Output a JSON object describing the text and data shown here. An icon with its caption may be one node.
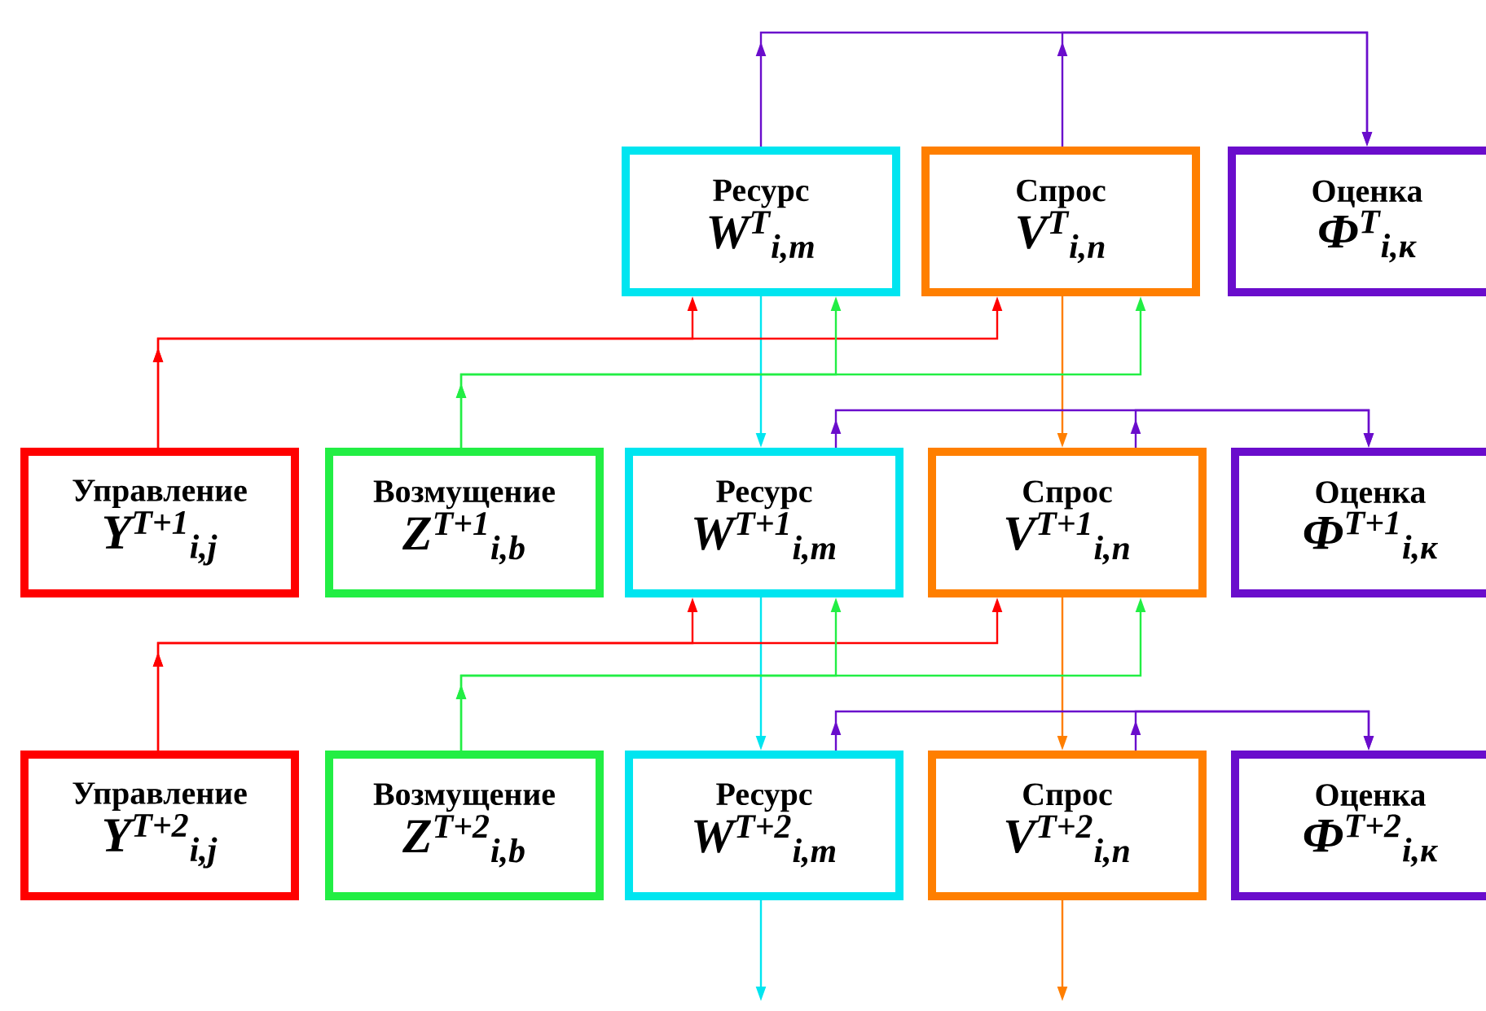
{
  "diagram": {
    "nodes": [
      {
        "text": [
          "Ресурс",
          "W$^{T}$$_{i,m}$"
        ]
      },
      {
        "text": [
          "Спрос",
          "V$^{T}$$_{i,n}$"
        ]
      },
      {
        "text": [
          "Оценка",
          "Ф$^{T}$$_{i,к}$"
        ]
      },
      {
        "text": [
          "Управление",
          "Y$^{T+1}$$_{i,j}$"
        ]
      },
      {
        "text": [
          "Возмущение",
          "Z$^{T+1}$$_{i,b}$"
        ]
      },
      {
        "text": [
          "Ресурс",
          "W$^{T+1}$$_{i,m}$"
        ]
      },
      {
        "text": [
          "Спрос",
          "V$^{T+1}$$_{i,n}$"
        ]
      },
      {
        "text": [
          "Оценка",
          "Ф$^{T+1}$$_{i,к}$"
        ]
      },
      {
        "text": [
          "Управление",
          "Y$^{T+2}$$_{i,j}$"
        ]
      },
      {
        "text": [
          "Возмущение",
          "Z$^{T+2}$$_{i,b}$"
        ]
      },
      {
        "text": [
          "Ресурс",
          "W$^{T+2}$$_{i,m}$"
        ]
      },
      {
        "text": [
          "Спрос",
          "V$^{T+2}$$_{i,n}$"
        ]
      },
      {
        "text": [
          "Оценка",
          "Ф$^{T+2}$$_{i,к}$"
        ]
      }
    ],
    "edges": [
      {
        "from": 0,
        "to": 2,
        "arrow": "to",
        "color": "#6a0dcc"
      },
      {
        "from": 1,
        "to": 2,
        "arrow": "to",
        "color": "#6a0dcc"
      },
      {
        "from": 0,
        "to": 5,
        "arrow": "to",
        "color": "#00e5f0"
      },
      {
        "from": 1,
        "to": 6,
        "arrow": "to",
        "color": "#ff7f00"
      },
      {
        "from": 3,
        "to": 0,
        "arrow": "to",
        "color": "#ff0000"
      },
      {
        "from": 3,
        "to": 1,
        "arrow": "to",
        "color": "#ff0000"
      },
      {
        "from": 4,
        "to": 0,
        "arrow": "to",
        "color": "#22ee44"
      },
      {
        "from": 4,
        "to": 1,
        "arrow": "to",
        "color": "#22ee44"
      },
      {
        "from": 5,
        "to": 7,
        "arrow": "to",
        "color": "#6a0dcc"
      },
      {
        "from": 6,
        "to": 7,
        "arrow": "to",
        "color": "#6a0dcc"
      },
      {
        "from": 5,
        "to": 10,
        "arrow": "to",
        "color": "#00e5f0"
      },
      {
        "from": 6,
        "to": 11,
        "arrow": "to",
        "color": "#ff7f00"
      },
      {
        "from": 8,
        "to": 5,
        "arrow": "to",
        "color": "#ff0000"
      },
      {
        "from": 8,
        "to": 6,
        "arrow": "to",
        "color": "#ff0000"
      },
      {
        "from": 9,
        "to": 5,
        "arrow": "to",
        "color": "#22ee44"
      },
      {
        "from": 9,
        "to": 6,
        "arrow": "to",
        "color": "#22ee44"
      },
      {
        "from": 10,
        "to": 12,
        "arrow": "to",
        "color": "#6a0dcc"
      },
      {
        "from": 11,
        "to": 12,
        "arrow": "to",
        "color": "#6a0dcc"
      },
      {
        "from": 10,
        "to": null,
        "arrow": "to",
        "color": "#00e5f0"
      },
      {
        "from": 11,
        "to": null,
        "arrow": "to",
        "color": "#ff7f00"
      }
    ]
  }
}
